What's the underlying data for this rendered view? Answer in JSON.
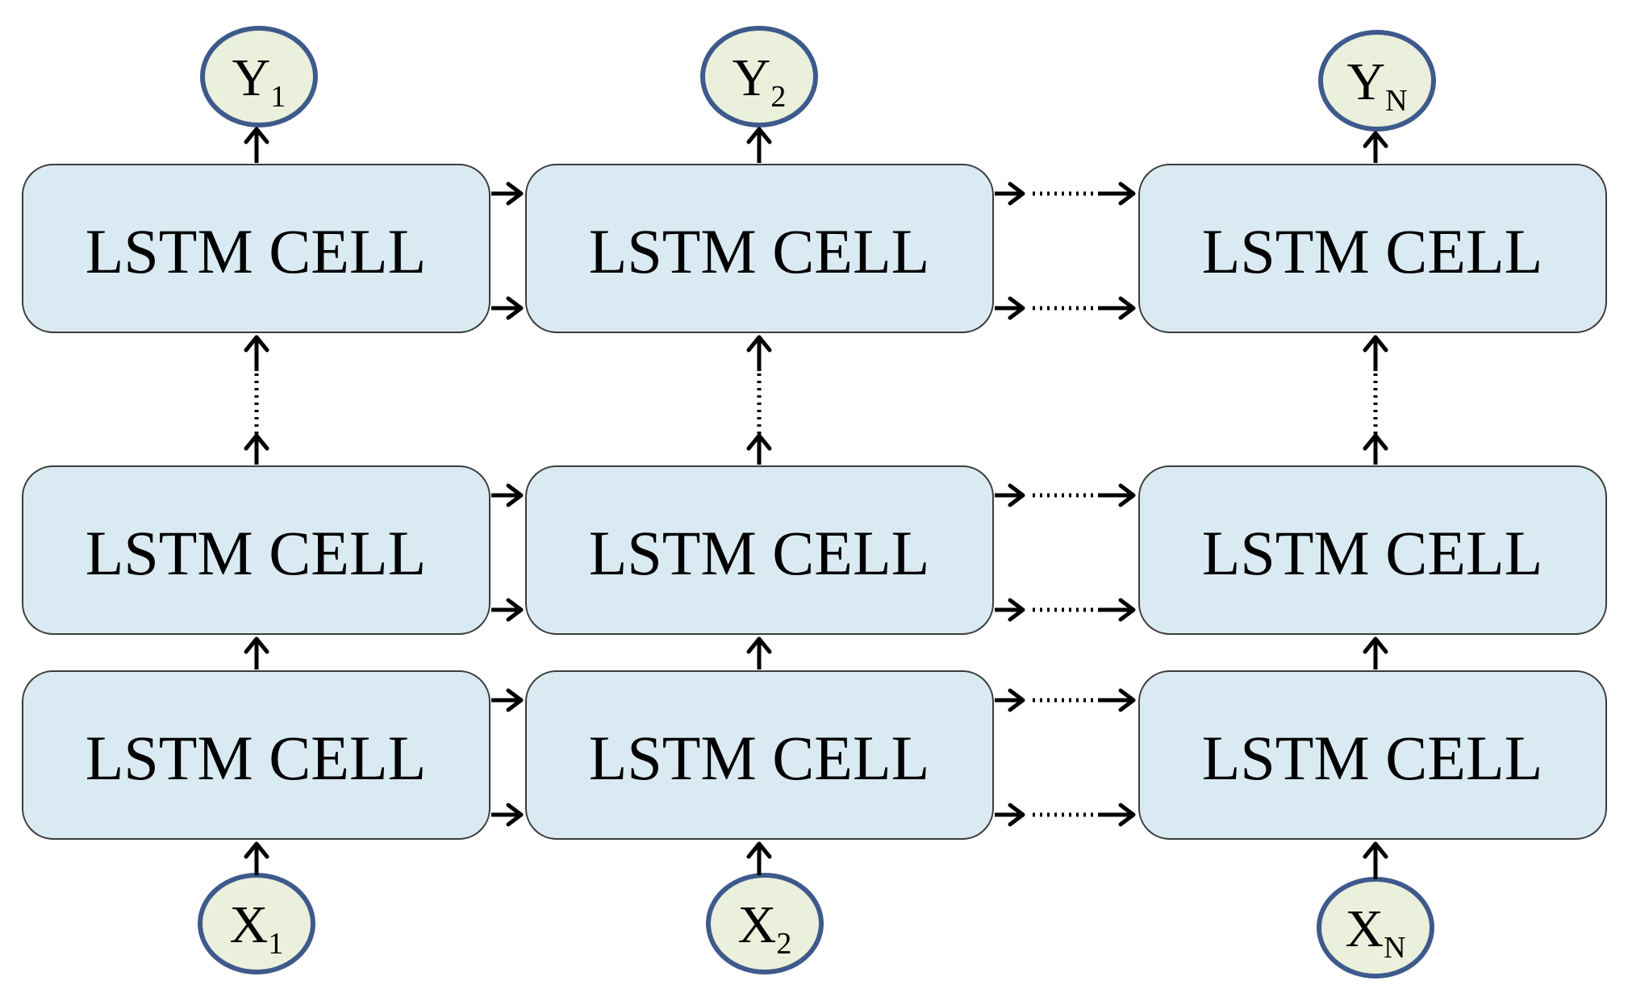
{
  "cells": [
    {
      "id": "r1c1",
      "label": "LSTM CELL"
    },
    {
      "id": "r1c2",
      "label": "LSTM CELL"
    },
    {
      "id": "r1c3",
      "label": "LSTM CELL"
    },
    {
      "id": "r2c1",
      "label": "LSTM CELL"
    },
    {
      "id": "r2c2",
      "label": "LSTM CELL"
    },
    {
      "id": "r2c3",
      "label": "LSTM CELL"
    },
    {
      "id": "r3c1",
      "label": "LSTM CELL"
    },
    {
      "id": "r3c2",
      "label": "LSTM CELL"
    },
    {
      "id": "r3c3",
      "label": "LSTM CELL"
    }
  ],
  "outputs": [
    {
      "letter": "Y",
      "sub": "1"
    },
    {
      "letter": "Y",
      "sub": "2"
    },
    {
      "letter": "Y",
      "sub": "N"
    }
  ],
  "inputs": [
    {
      "letter": "X",
      "sub": "1"
    },
    {
      "letter": "X",
      "sub": "2"
    },
    {
      "letter": "X",
      "sub": "N"
    }
  ],
  "colors": {
    "cell_fill": "#daeaf2",
    "cell_border": "#3c3c3c",
    "node_fill": "#eaf0dc",
    "node_border": "#3e5a8c"
  }
}
